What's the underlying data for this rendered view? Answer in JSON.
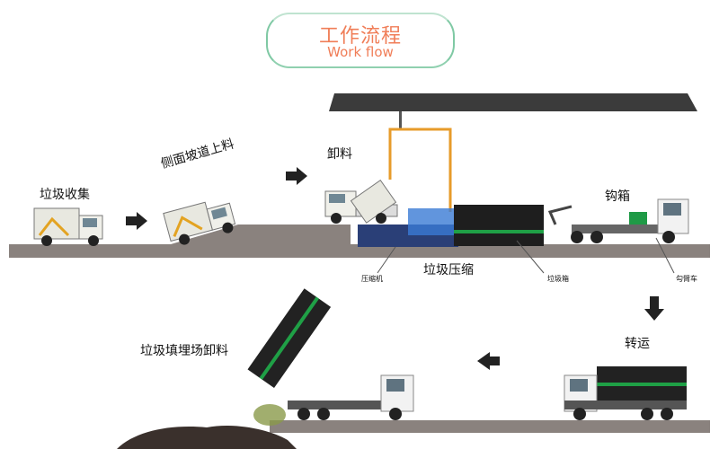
{
  "title": {
    "cn": "工作流程",
    "en": "Work flow"
  },
  "steps": {
    "collect": "垃圾收集",
    "ramp": "侧面坡道上料",
    "unload": "卸料",
    "compress": "垃圾压缩",
    "hook": "钩箱",
    "transport": "转运",
    "landfill": "垃圾填埋场卸料"
  },
  "parts": {
    "compressor": "压缩机",
    "bin": "垃圾箱",
    "hook_truck": "勾臂车"
  },
  "colors": {
    "accent": "#f07e58",
    "frame": "#7fc9a4",
    "ground": "#8c8480",
    "truck_green": "#1fa046"
  }
}
